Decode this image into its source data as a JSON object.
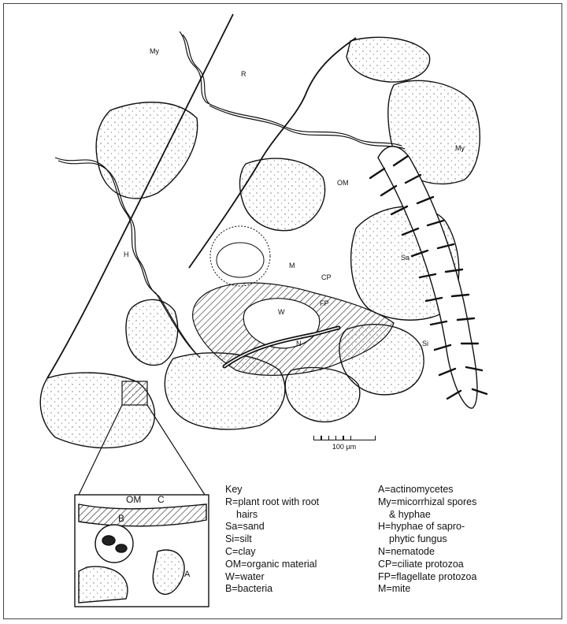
{
  "labels": {
    "my_top": "My",
    "r": "R",
    "my_right": "My",
    "om": "OM",
    "h": "H",
    "sa": "Sa",
    "m": "M",
    "cp": "CP",
    "fp": "FP",
    "w": "W",
    "n": "N",
    "si": "Si",
    "inset_om": "OM",
    "inset_c": "C",
    "inset_b": "B",
    "inset_a": "A"
  },
  "scale_bar": {
    "label": "100 μm"
  },
  "key": {
    "title": "Key",
    "col1": [
      "R=plant root with root",
      "hairs",
      "Sa=sand",
      "Si=silt",
      "C=clay",
      "OM=organic material",
      "W=water",
      "B=bacteria"
    ],
    "col2": [
      "A=actinomycetes",
      "My=micorrhizal spores",
      "& hyphae",
      "H=hyphae of sapro-",
      "phytic fungus",
      "N=nematode",
      "CP=ciliate protozoa",
      "FP=flagellate protozoa",
      "M=mite"
    ]
  }
}
